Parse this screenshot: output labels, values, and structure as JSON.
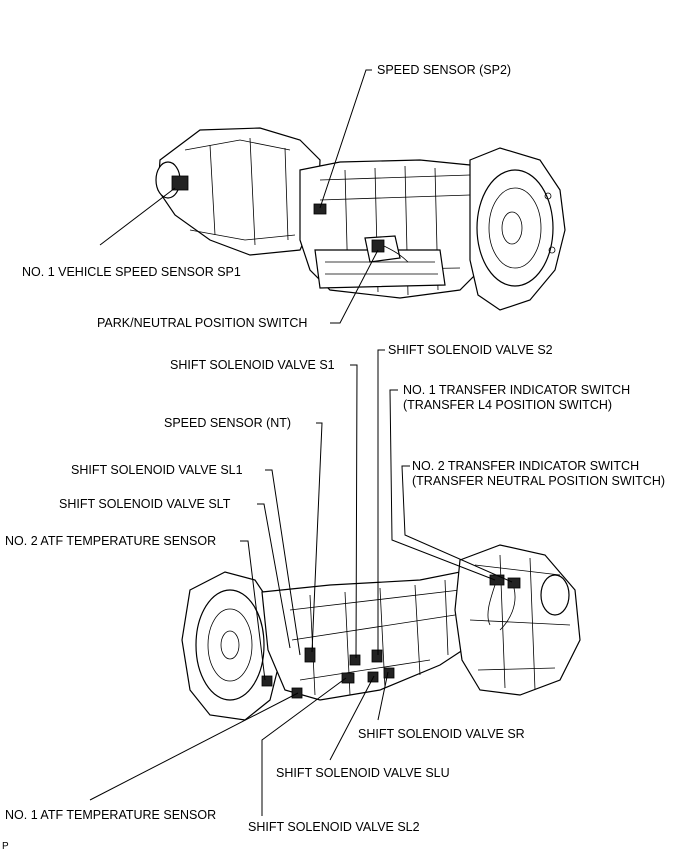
{
  "labels": {
    "speed_sensor_sp2": "SPEED SENSOR (SP2)",
    "no1_vehicle_speed_sensor": "NO. 1 VEHICLE SPEED SENSOR SP1",
    "park_neutral_switch": "PARK/NEUTRAL POSITION SWITCH",
    "shift_solenoid_s2": "SHIFT SOLENOID VALVE S2",
    "shift_solenoid_s1": "SHIFT SOLENOID VALVE S1",
    "no1_transfer_switch_l1": "NO. 1 TRANSFER INDICATOR SWITCH",
    "no1_transfer_switch_l2": "(TRANSFER L4 POSITION SWITCH)",
    "speed_sensor_nt": "SPEED SENSOR (NT)",
    "no2_transfer_switch_l1": "NO. 2 TRANSFER INDICATOR SWITCH",
    "no2_transfer_switch_l2": "(TRANSFER NEUTRAL POSITION SWITCH)",
    "shift_solenoid_sl1": "SHIFT SOLENOID VALVE SL1",
    "shift_solenoid_slt": "SHIFT SOLENOID VALVE SLT",
    "no2_atf_temp_sensor": "NO. 2 ATF TEMPERATURE SENSOR",
    "shift_solenoid_sr": "SHIFT SOLENOID VALVE SR",
    "shift_solenoid_slu": "SHIFT SOLENOID VALVE SLU",
    "no1_atf_temp_sensor": "NO. 1 ATF TEMPERATURE SENSOR",
    "shift_solenoid_sl2": "SHIFT SOLENOID VALVE SL2",
    "page_marker": "P"
  }
}
